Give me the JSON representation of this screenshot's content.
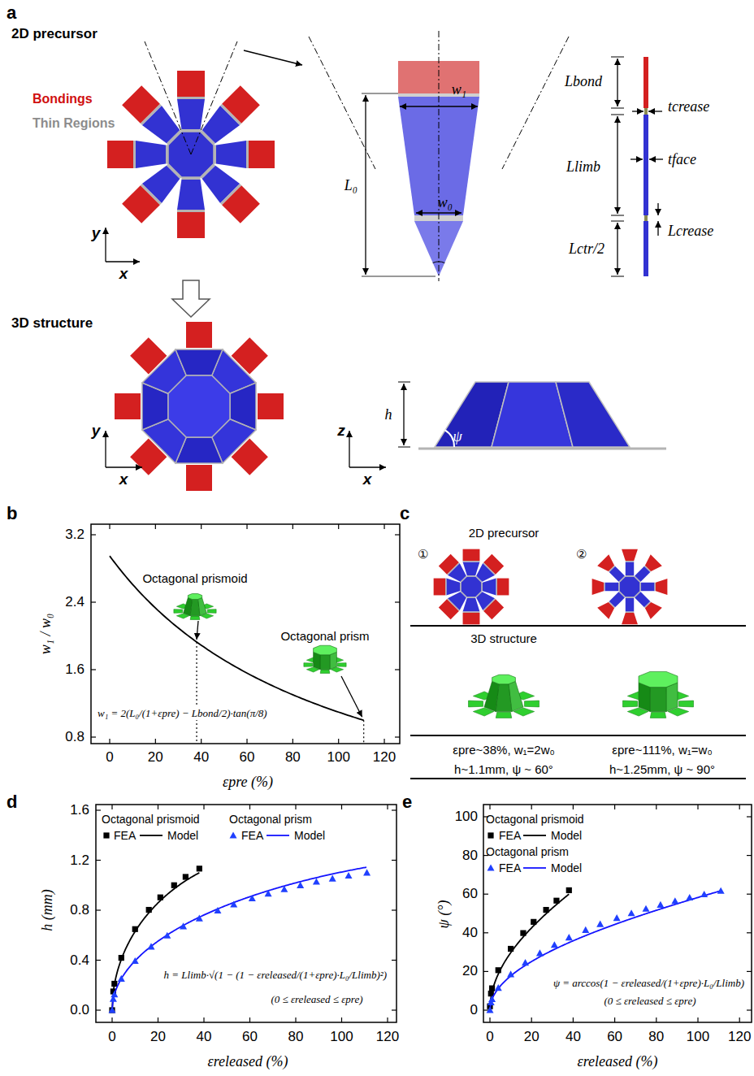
{
  "diagram": {
    "labels": [
      "a",
      "2D precursor",
      "Bondings",
      "Thin Regions",
      "y",
      "x",
      "L₀",
      "w₁",
      "w₀",
      "Lbond",
      "tcrease",
      "Llimb",
      "tface",
      "Lcrease",
      "Lctr/2",
      "3D structure",
      "y",
      "x",
      "z",
      "x",
      "h",
      "ψ",
      "b",
      "3.2",
      "2.4",
      "1.6",
      "0.8",
      "0",
      "20",
      "40",
      "60",
      "80",
      "100",
      "120",
      "w₁ / w₀",
      "εpre (%)",
      "Octagonal prismoid",
      "Octagonal prism",
      "w₁ = 2(L₀/(1+εpre) − Lbond/2)·tan(π/8)",
      "c",
      "2D precursor",
      "①",
      "②",
      "3D structure",
      "εpre~38%, w₁=2w₀",
      "εpre~111%, w₁=w₀",
      "h~1.1mm, ψ ~ 60°",
      "h~1.25mm, ψ ~ 90°",
      "d",
      "1.6",
      "1.2",
      "0.8",
      "0.4",
      "0.0",
      "0",
      "20",
      "40",
      "60",
      "80",
      "100",
      "120",
      "Octagonal prismoid",
      "Octagonal prism",
      "h (mm)",
      "εreleased (%)",
      "h = Llimb·√(1 − (1 − εreleased/(1+εpre)·L₀/Llimb)²)",
      "(0 ≤ εreleased ≤ εpre)",
      "e",
      "100",
      "80",
      "60",
      "40",
      "20",
      "0",
      "0",
      "20",
      "40",
      "60",
      "80",
      "100",
      "120",
      "Octagonal prismoid",
      "Octagonal prism",
      "ψ (°)",
      "εreleased (%)",
      "ψ = arccos(1 − εreleased/(1+εpre)·L₀/Llimb)",
      "(0 ≤ εreleased ≤ εpre)"
    ],
    "legend": [
      {
        "text": "FEA"
      },
      {
        "text": "Model"
      },
      {
        "text": "FEA"
      },
      {
        "text": "Model"
      },
      {
        "text": "FEA"
      },
      {
        "text": "Model"
      },
      {
        "text": "FEA"
      },
      {
        "text": "Model"
      }
    ]
  }
}
